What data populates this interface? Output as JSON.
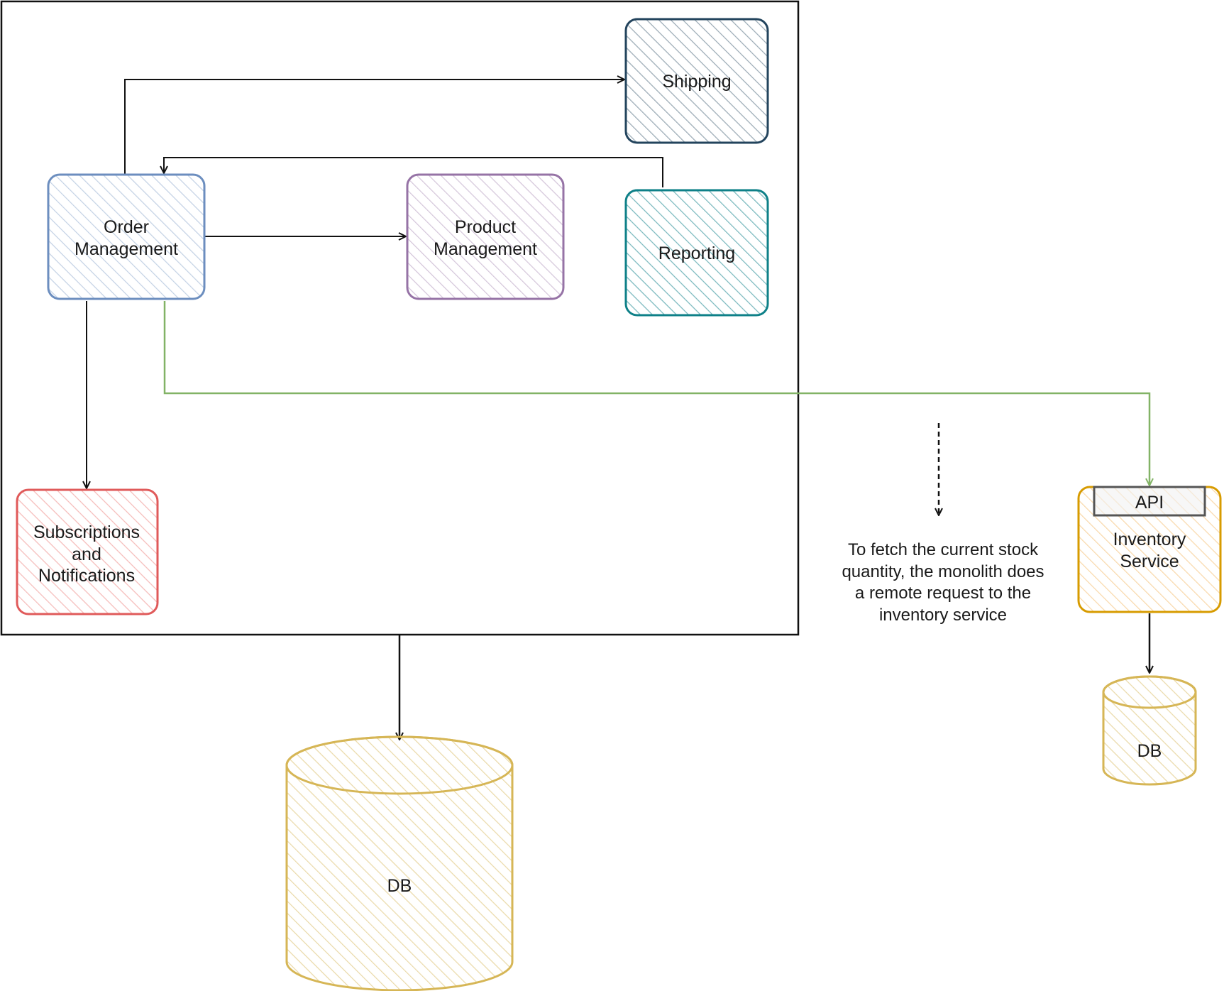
{
  "colors": {
    "shipping": "#23445d",
    "reporting": "#0e8088",
    "order": "#6c8ebf",
    "product": "#9673a6",
    "subscriptions": "#e05a5a",
    "inventory": "#d79b00",
    "db": "#d6b656",
    "api_border": "#555555",
    "green_arrow": "#82b366",
    "black_arrow": "#111111"
  },
  "nodes": {
    "shipping": {
      "label": [
        "Shipping"
      ]
    },
    "reporting": {
      "label": [
        "Reporting"
      ]
    },
    "order": {
      "label": [
        "Order",
        "Management"
      ]
    },
    "product": {
      "label": [
        "Product",
        "Management"
      ]
    },
    "subscriptions": {
      "label": [
        "Subscriptions",
        "and",
        "Notifications"
      ]
    },
    "inventory": {
      "api_label": "API",
      "label": [
        "Inventory",
        "Service"
      ]
    },
    "db_main": {
      "label": "DB"
    },
    "db_inventory": {
      "label": "DB"
    }
  },
  "edges": [
    {
      "from": "order",
      "to": "shipping",
      "style": "solid"
    },
    {
      "from": "reporting",
      "to": "order",
      "style": "solid"
    },
    {
      "from": "order",
      "to": "product",
      "style": "solid"
    },
    {
      "from": "order",
      "to": "subscriptions",
      "style": "solid"
    },
    {
      "from": "order",
      "to": "inventory",
      "style": "solid-green"
    },
    {
      "from": "monolith",
      "to": "db_main",
      "style": "solid"
    },
    {
      "from": "inventory",
      "to": "db_inventory",
      "style": "solid"
    },
    {
      "from": "",
      "to": "note",
      "style": "dashed"
    }
  ],
  "note": {
    "lines": [
      "To fetch the current stock",
      "quantity, the monolith does",
      "a remote request to the",
      "inventory service"
    ]
  }
}
